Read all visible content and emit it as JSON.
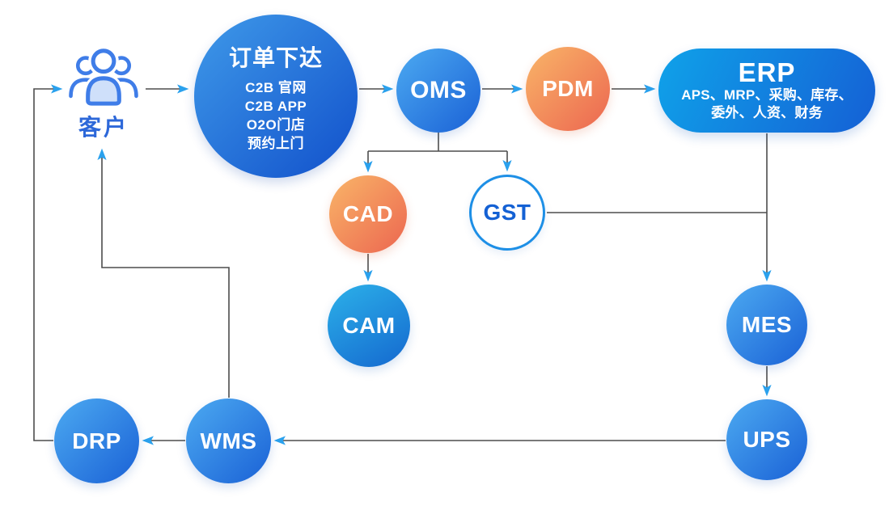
{
  "diagram": {
    "type": "flowchart",
    "colors": {
      "background": "#ffffff",
      "blue_node_gradient_start": "#4caaf1",
      "blue_node_gradient_end": "#1a61d6",
      "order_node_gradient_start": "#3f9ae9",
      "order_node_gradient_end": "#1150cb",
      "orange_node_gradient_start": "#f9b568",
      "orange_node_gradient_end": "#ec6650",
      "erp_gradient_start": "#0fa2e9",
      "erp_gradient_end": "#1560d5",
      "gst_border": "#1d8fe6",
      "gst_text": "#1461d4",
      "customer_label_text": "#2d68d9",
      "customer_icon_stroke": "#3f7de8",
      "customer_icon_fill": "#cfe0fa",
      "connector_line": "#4d4d4d",
      "arrowhead": "#2aa1ed",
      "node_text": "#ffffff"
    },
    "nodes": {
      "customer": {
        "label": "客户"
      },
      "order": {
        "title": "订单下达",
        "channels": [
          "C2B 官网",
          "C2B APP",
          "O2O门店",
          "预约上门"
        ]
      },
      "oms": {
        "label": "OMS"
      },
      "pdm": {
        "label": "PDM"
      },
      "erp": {
        "title": "ERP",
        "modules_line1": "APS、MRP、采购、库存、",
        "modules_line2": "委外、人资、财务"
      },
      "cad": {
        "label": "CAD"
      },
      "gst": {
        "label": "GST"
      },
      "cam": {
        "label": "CAM"
      },
      "mes": {
        "label": "MES"
      },
      "ups": {
        "label": "UPS"
      },
      "wms": {
        "label": "WMS"
      },
      "drp": {
        "label": "DRP"
      }
    },
    "edges": [
      "customer -> order",
      "order -> oms",
      "oms -> pdm",
      "pdm -> erp",
      "oms -> cad",
      "oms -> gst",
      "cad -> cam",
      "gst -> erp-mes-line",
      "erp -> mes",
      "mes -> ups",
      "ups -> wms",
      "wms -> drp",
      "drp -> customer",
      "wms -> customer"
    ]
  }
}
